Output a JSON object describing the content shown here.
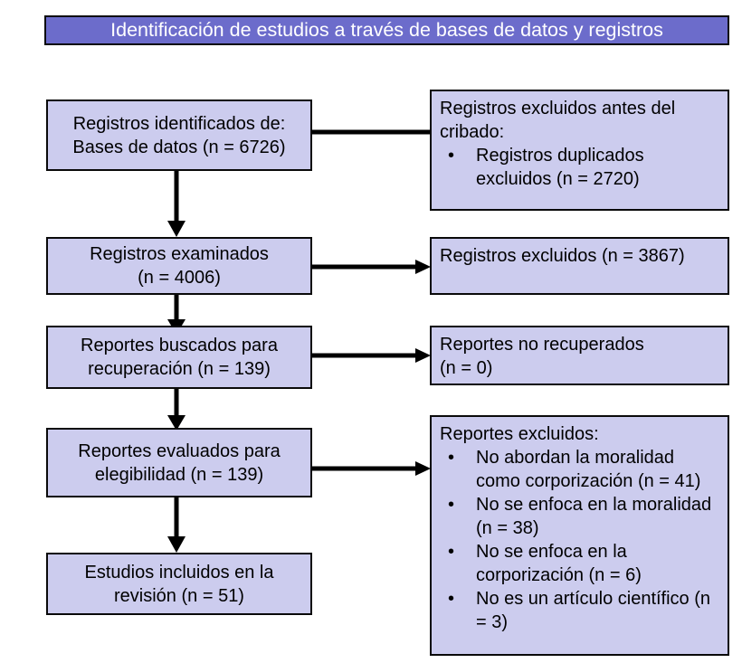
{
  "diagram": {
    "type": "prisma-flow-diagram",
    "language": "es",
    "colors": {
      "banner_fill": "#6C6CCB",
      "banner_text": "#FFFFFF",
      "box_fill": "#CCCCEE",
      "border": "#0A0A0A",
      "text": "#000000",
      "background": "#FFFFFF"
    },
    "banner": {
      "label": "Identificación de estudios a través de bases de datos y registros"
    },
    "left_boxes": [
      {
        "id": "records-identified",
        "lines": [
          "Registros identificados de:",
          "Bases de datos (n = 6726)"
        ]
      },
      {
        "id": "records-screened",
        "lines": [
          "Registros examinados",
          "(n = 4006)"
        ]
      },
      {
        "id": "reports-sought",
        "lines": [
          "Reportes buscados para",
          "recuperación (n = 139)"
        ]
      },
      {
        "id": "reports-assessed",
        "lines": [
          "Reportes evaluados para",
          "elegibilidad (n = 139)"
        ]
      },
      {
        "id": "studies-included",
        "lines": [
          "Estudios incluidos en la",
          "revisión (n = 51)"
        ]
      }
    ],
    "right_boxes": [
      {
        "id": "records-removed-before-screening",
        "heading_lines": [
          "Registros excluidos antes del",
          "cribado:"
        ],
        "bullets": [
          "Registros duplicados excluidos (n = 2720)"
        ]
      },
      {
        "id": "records-excluded",
        "heading_lines": [
          "Registros excluidos (n = 3867)"
        ],
        "bullets": []
      },
      {
        "id": "reports-not-retrieved",
        "heading_lines": [
          "Reportes no recuperados",
          "(n = 0)"
        ],
        "bullets": []
      },
      {
        "id": "reports-excluded",
        "heading_lines": [
          "Reportes excluidos:"
        ],
        "bullets": [
          "No abordan la moralidad como corporización (n = 41)",
          "No se enfoca en la moralidad (n = 38)",
          "No se enfoca en la corporización (n = 6)",
          "No es un artículo científico (n = 3)"
        ]
      }
    ],
    "counts": {
      "records_identified_databases": 6726,
      "duplicates_removed": 2720,
      "records_screened": 4006,
      "records_excluded": 3867,
      "reports_sought": 139,
      "reports_not_retrieved": 0,
      "reports_assessed": 139,
      "excluded_not_morality_as_embodiment": 41,
      "excluded_not_focused_morality": 38,
      "excluded_not_focused_embodiment": 6,
      "excluded_not_scientific_article": 3,
      "studies_included": 51
    }
  }
}
